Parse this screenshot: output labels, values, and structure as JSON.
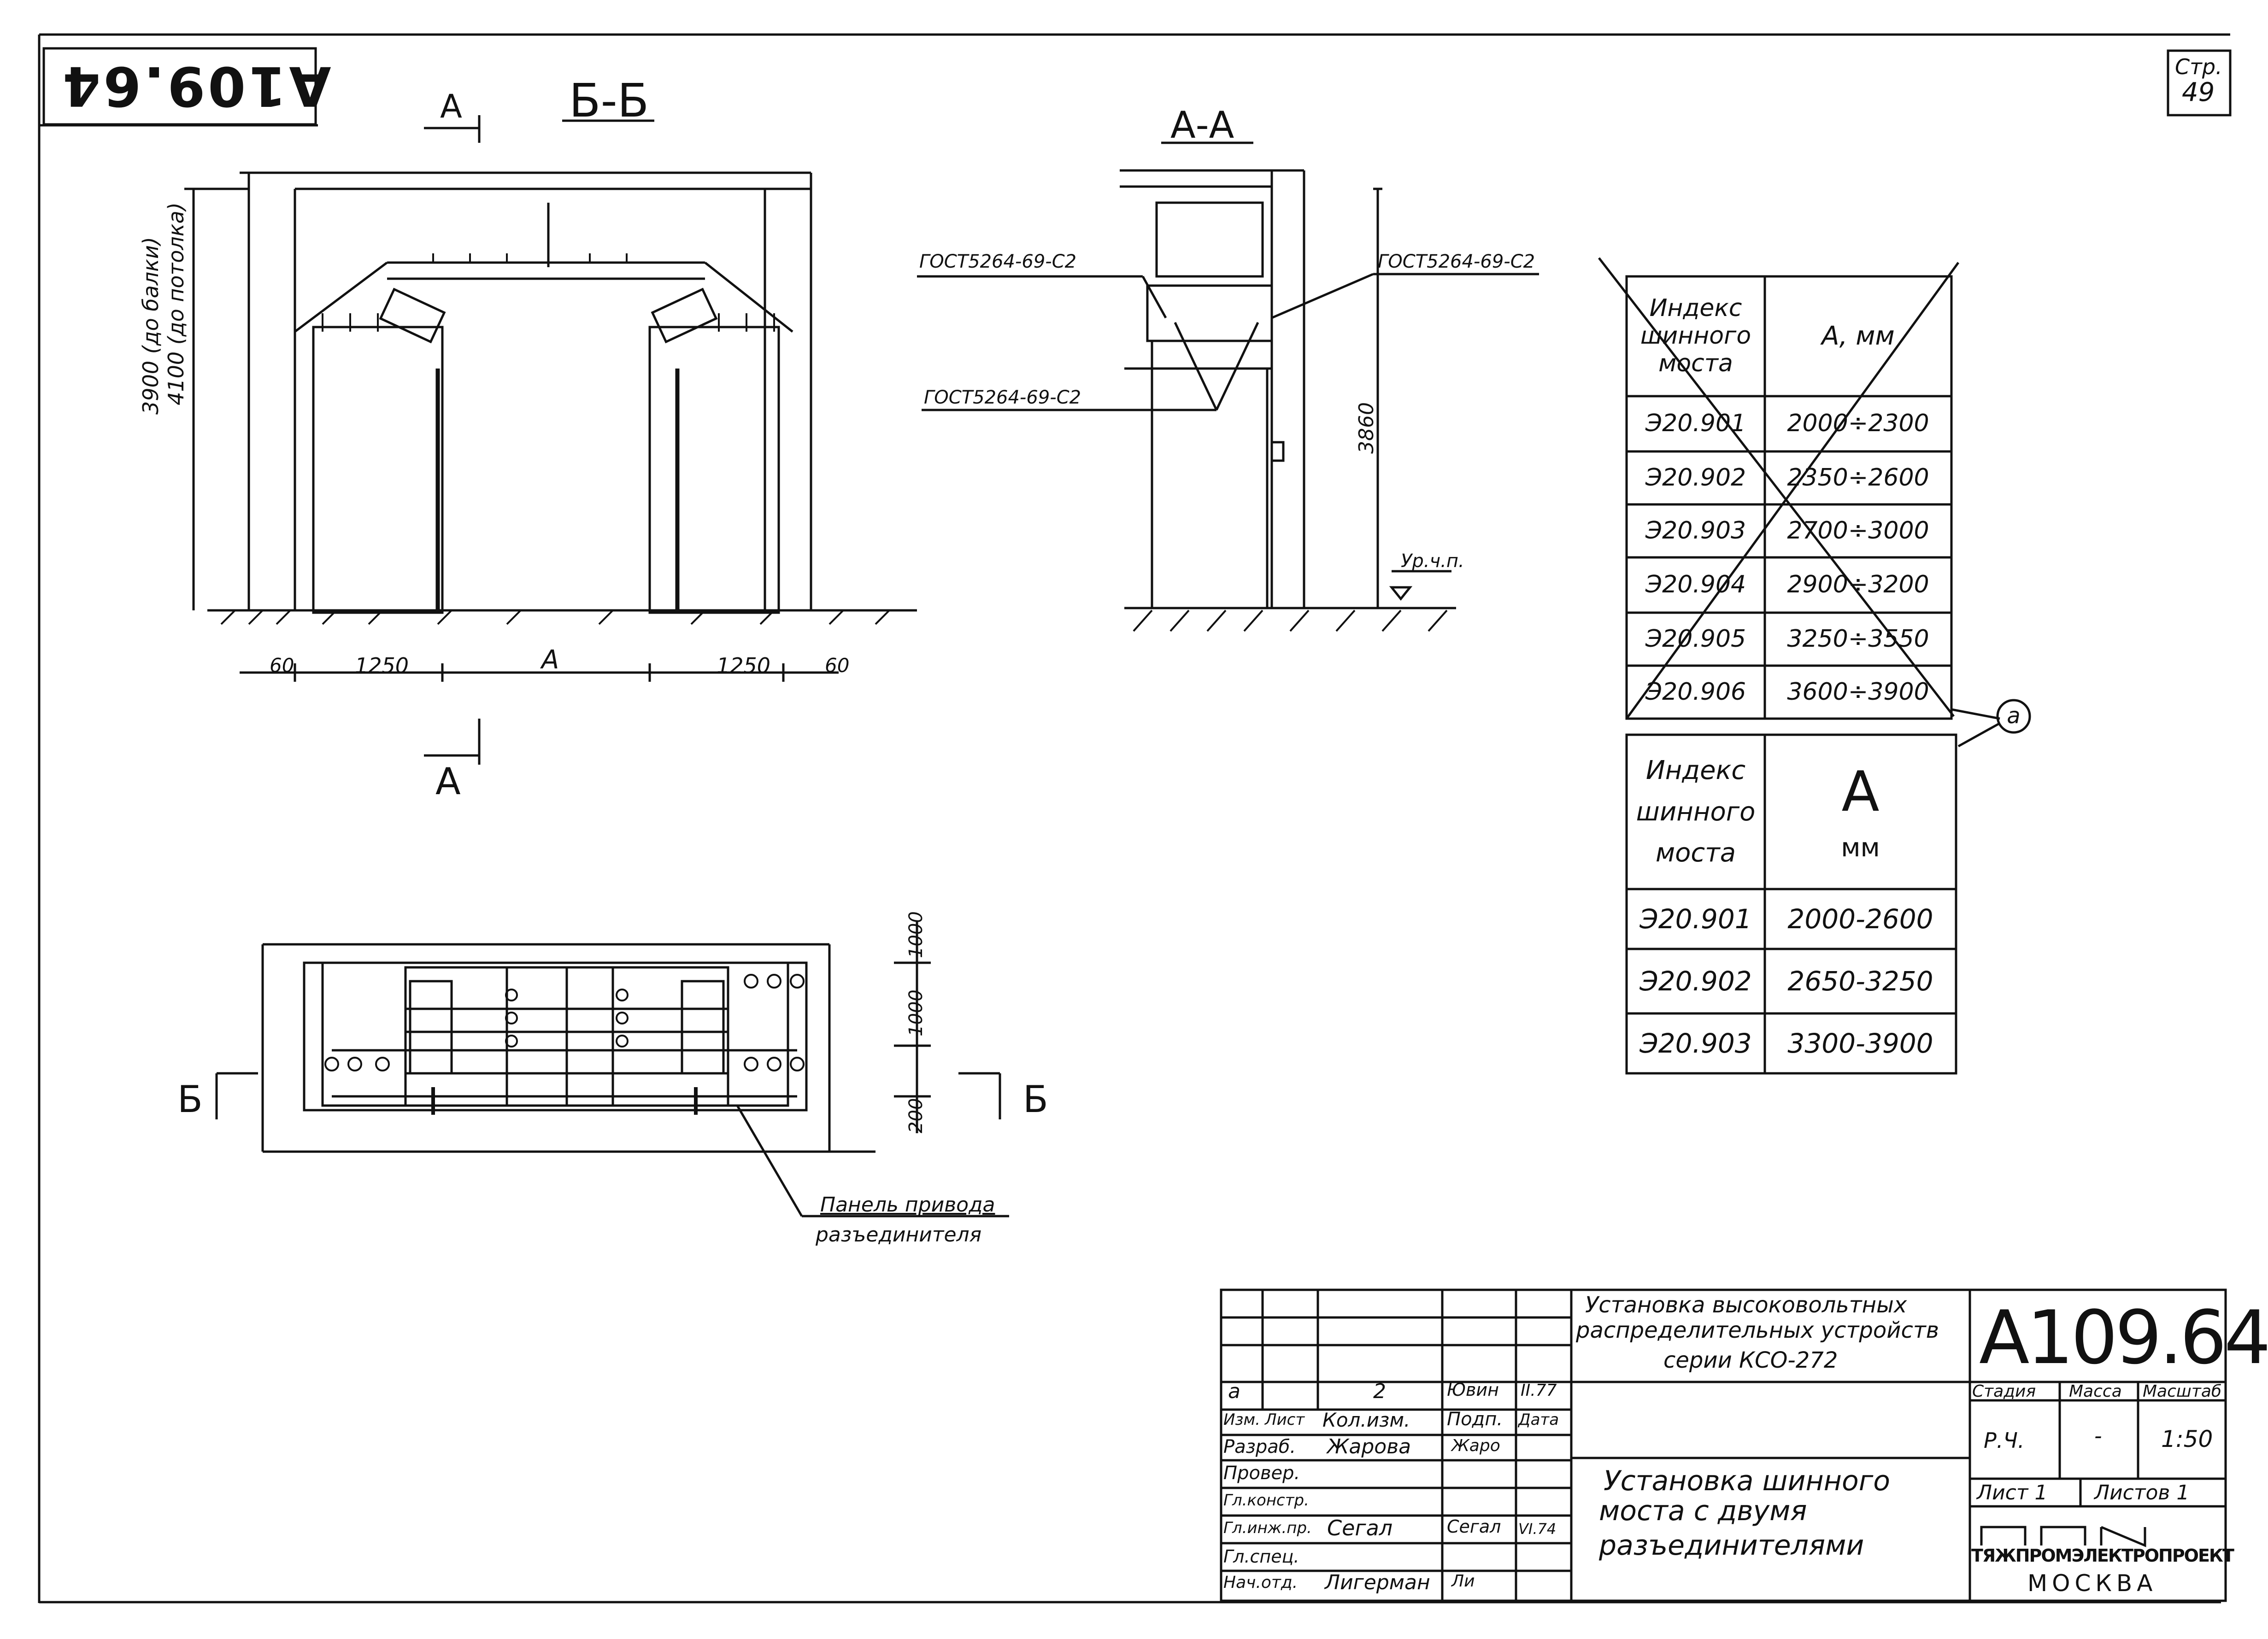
{
  "sheet": {
    "code_top_mirrored": "A109.64",
    "page_label": "Стр.",
    "page_number": "49"
  },
  "view_b": {
    "title": "Б-Б",
    "section_mark_top": "А",
    "section_mark_bottom": "А",
    "height_label_1": "3900 (до балки)",
    "height_label_2": "4100 (до потолка)",
    "dim_60_left": "60",
    "dim_1250_left": "1250",
    "dim_a": "А",
    "dim_1250_right": "1250",
    "dim_60_right": "60"
  },
  "view_a": {
    "title": "А-А",
    "gost_left_top": "ГОСТ5264-69-С2",
    "gost_left_bottom": "ГОСТ5264-69-С2",
    "gost_right": "ГОСТ5264-69-С2",
    "height": "3860",
    "level": "Ур.ч.п."
  },
  "plan": {
    "dim_1000_top": "1000",
    "dim_1000_mid": "1000",
    "dim_200": "200",
    "section_left": "Б",
    "section_right": "Б",
    "leader_line1": "Панель привода",
    "leader_line2": "разъединителя"
  },
  "old_table": {
    "header_index": [
      "Индекс",
      "шинного",
      "моста"
    ],
    "header_a": "А, мм",
    "rows": [
      {
        "index": "Э20.901",
        "a": "2000÷2300"
      },
      {
        "index": "Э20.902",
        "a": "2350÷2600"
      },
      {
        "index": "Э20.903",
        "a": "2700÷3000"
      },
      {
        "index": "Э20.904",
        "a": "2900÷3200"
      },
      {
        "index": "Э20.905",
        "a": "3250÷3550"
      },
      {
        "index": "Э20.906",
        "a": "3600÷3900"
      }
    ],
    "revision_mark": "а"
  },
  "new_table": {
    "header_index": [
      "Индекс",
      "шинного",
      "моста"
    ],
    "header_a": "А",
    "header_unit": "мм",
    "rows": [
      {
        "index": "Э20.901",
        "a": "2000-2600"
      },
      {
        "index": "Э20.902",
        "a": "2650-3250"
      },
      {
        "index": "Э20.903",
        "a": "3300-3900"
      }
    ]
  },
  "title_block": {
    "project_line1": "Установка высоковольтных",
    "project_line2": "распределительных устройств",
    "project_line3": "серии КСО-272",
    "code": "А109.64",
    "drawing_line1": "Установка шинного",
    "drawing_line2": "моста с двумя",
    "drawing_line3": "разъединителями",
    "col_stage": "Стадия",
    "col_mass": "Масса",
    "col_scale": "Масштаб",
    "stage": "Р.Ч.",
    "mass": "-",
    "scale": "1:50",
    "sheet": "Лист 1",
    "sheets": "Листов 1",
    "org": "ТЯЖПРОМЭЛЕКТРОПРОЕКТ",
    "city": "МОСКВА",
    "revision": {
      "mark": "а",
      "qty": "2",
      "sign": "Ювин",
      "date": "II.77"
    },
    "revision_headers": [
      "Изм.",
      "Лист",
      "Кол.изм.",
      "Подп.",
      "Дата"
    ],
    "people": [
      {
        "role": "Разраб.",
        "name": "Жарова",
        "sign": "Жаро",
        "date": ""
      },
      {
        "role": "Провер.",
        "name": "",
        "sign": "",
        "date": ""
      },
      {
        "role": "Гл.констр.",
        "name": "",
        "sign": "",
        "date": ""
      },
      {
        "role": "Гл.инж.пр.",
        "name": "Сегал",
        "sign": "Сегал",
        "date": "VI.74"
      },
      {
        "role": "Гл.спец.",
        "name": "",
        "sign": "",
        "date": ""
      },
      {
        "role": "Нач.отд.",
        "name": "Лигерман",
        "sign": "Ли",
        "date": ""
      }
    ]
  }
}
